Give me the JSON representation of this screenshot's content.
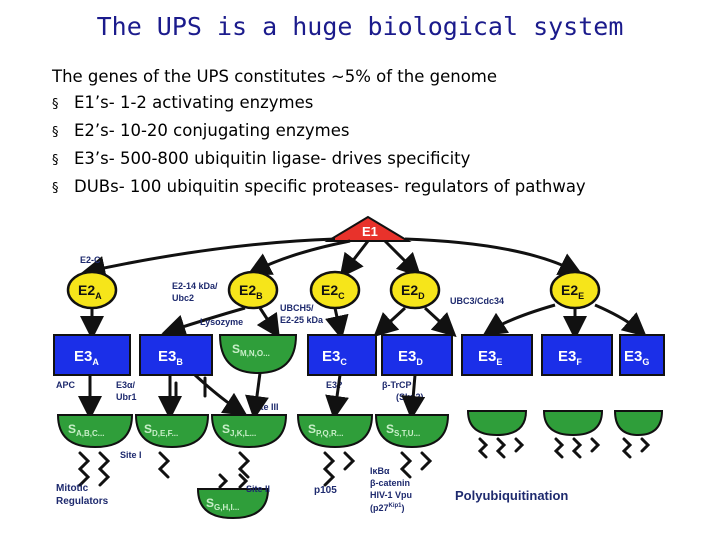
{
  "title": "The UPS is a huge biological system",
  "intro": "The genes of the UPS constitutes ~5% of the genome",
  "bullets": [
    "E1’s- 1-2 activating enzymes",
    "E2’s- 10-20 conjugating enzymes",
    "E3’s- 500-800 ubiquitin ligase- drives specificity",
    "DUBs- 100 ubiquitin specific proteases- regulators of pathway"
  ],
  "bullet_marker": "§",
  "colors": {
    "title": "#1b1b8c",
    "e1_red": "#e8322b",
    "e2_yellow": "#f6e51a",
    "e3_blue": "#1b2fe8",
    "substrate_green": "#2f9e3a",
    "label_navy": "#1e2a6e"
  },
  "diagram": {
    "e1": "E1",
    "e2_nodes": [
      {
        "base": "E2",
        "sub": "A"
      },
      {
        "base": "E2",
        "sub": "B"
      },
      {
        "base": "E2",
        "sub": "C"
      },
      {
        "base": "E2",
        "sub": "D"
      },
      {
        "base": "E2",
        "sub": "E"
      }
    ],
    "e3_nodes": [
      {
        "base": "E3",
        "sub": "A"
      },
      {
        "base": "E3",
        "sub": "B"
      },
      {
        "base": "E3",
        "sub": "C"
      },
      {
        "base": "E3",
        "sub": "D"
      },
      {
        "base": "E3",
        "sub": "E"
      },
      {
        "base": "E3",
        "sub": "F"
      },
      {
        "base": "E3",
        "sub": "G"
      }
    ],
    "substrate_base": "S",
    "substrates": [
      "M,N,O...",
      "A,B,C...",
      "D,E,F...",
      "J,K,L...",
      "P,Q,R...",
      "S,T,U...",
      "G,H,I..."
    ],
    "labels": {
      "e2c_left": "E2-C",
      "e2_14": "E2-14 kDa/",
      "ubc2": "Ubc2",
      "ubch5": "UBCH5/",
      "e2_25": "E2-25 kDa",
      "ubc3": "UBC3/Cdc34",
      "lysozyme": "Lysozyme",
      "apc": "APC",
      "e3alpha": "E3α/",
      "ubr1": "Ubr1",
      "e3q": "E3?",
      "btrcp": "β-TrCP",
      "skp2": "(Skp2)",
      "site1": "Site I",
      "site2": "Site II",
      "site3": "Site III",
      "mitotic": "Mitotic",
      "regulators": "Regulators",
      "p105": "p105",
      "ikba": "IκBα",
      "bcatenin": "β-catenin",
      "hiv": "HIV-1 Vpu",
      "p27": "(p27",
      "p27sup": "Kip1",
      "p27end": ")",
      "polyub": "Polyubiquitination"
    }
  }
}
